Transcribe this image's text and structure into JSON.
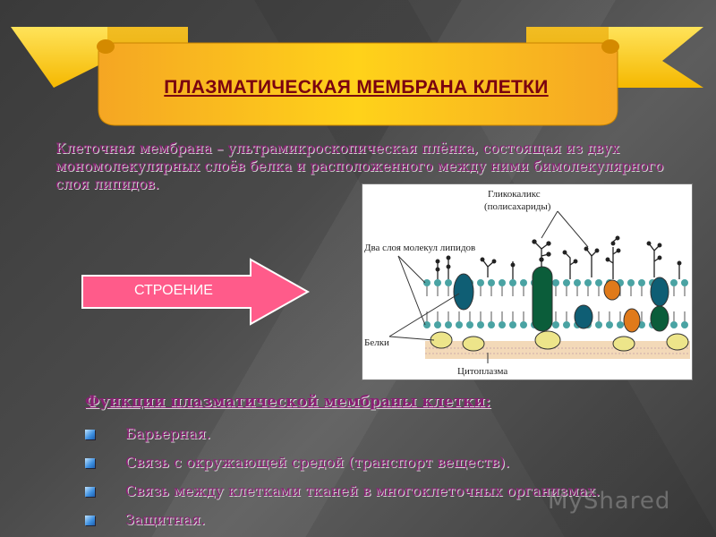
{
  "slide": {
    "title": "ПЛАЗМАТИЧЕСКАЯ МЕМБРАНА КЛЕТКИ",
    "definition": "Клеточная мембрана – ультрамикроскопическая плёнка, состоящая из двух мономолекулярных слоёв белка и расположенного между ними бимолекулярного слоя липидов.",
    "arrow_label": "СТРОЕНИЕ"
  },
  "diagram": {
    "labels": {
      "glycocalyx_line1": "Гликокаликс",
      "glycocalyx_line2": "(полисахариды)",
      "lipid_layers": "Два слоя молекул липидов",
      "proteins": "Белки",
      "cytoplasm": "Цитоплазма"
    },
    "colors": {
      "lipid_head": "#4aa3a3",
      "protein_green": "#0b5d3a",
      "protein_teal": "#0f5e74",
      "protein_orange": "#e07a1a",
      "protein_yellow": "#ede58a",
      "polysaccharide": "#222222"
    }
  },
  "functions": {
    "title": "Функции плазматической мембраны клетки:",
    "items": [
      "Барьерная.",
      "Связь с окружающей средой (транспорт веществ).",
      "Связь между клетками тканей в многоклеточных организмах.",
      "Защитная."
    ]
  },
  "theme": {
    "banner_yellow": "#ffd21a",
    "banner_orange": "#f5a623",
    "title_color": "#7a0010",
    "text_color": "#8a1f74",
    "arrow_pink": "#ff5b8a"
  },
  "watermark": "MyShared"
}
